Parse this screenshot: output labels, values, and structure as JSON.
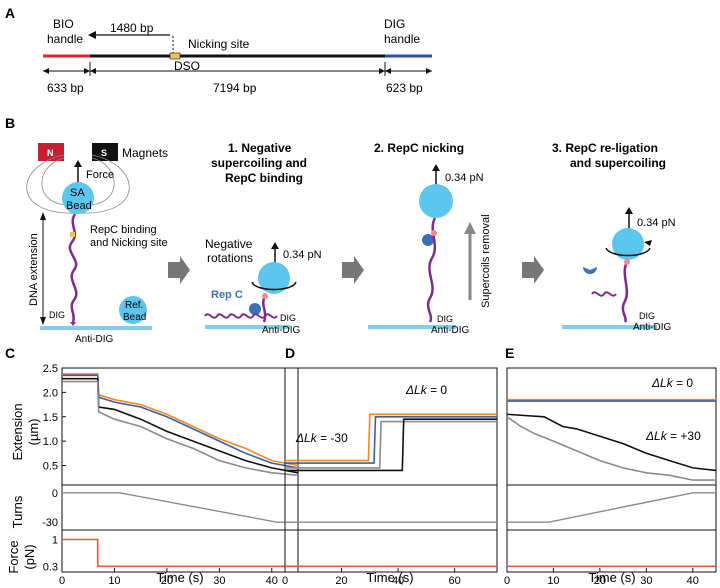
{
  "panel_a": {
    "label": "A",
    "bio_handle": [
      "BIO",
      "handle"
    ],
    "dig_handle": [
      "DIG",
      "handle"
    ],
    "bp_1480": "1480 bp",
    "nicking_site": "Nicking site",
    "dso": "DSO",
    "seg_left": "633 bp",
    "seg_mid": "7194 bp",
    "seg_right": "623 bp",
    "colors": {
      "bio": "#e8212e",
      "dig": "#2b4fa8",
      "dna": "#111111"
    }
  },
  "panel_b": {
    "label": "B",
    "magnet_n": "N",
    "magnet_s": "S",
    "magnets": "Magnets",
    "force": "Force",
    "sa_bead": [
      "SA",
      "Bead"
    ],
    "repc_binding": [
      "RepC binding",
      "and Nicking site"
    ],
    "dna_extension": "DNA extension",
    "ref_bead": [
      "Ref.",
      "Bead"
    ],
    "dig": "DIG",
    "anti_dig": "Anti-DIG",
    "step1_title": [
      "1. Negative",
      "supercoiling and",
      "RepC binding"
    ],
    "step2_title": "2. RepC nicking",
    "step3_title": [
      "3. RepC re-ligation",
      "and supercoiling"
    ],
    "negative_rotations": [
      "Negative",
      "rotations"
    ],
    "force_val": "0.34 pN",
    "rep_c": "Rep C",
    "supercoils_removal": "Supercoils removal",
    "colors": {
      "bead": "#5cc6ee",
      "dna": "#7e2b8e",
      "surface": "#7fd0ef",
      "repc": "#3b6fb6",
      "magnet_n": "#c4202f",
      "magnet_s": "#111111"
    }
  },
  "panel_c": {
    "label": "C",
    "ylabel_ext": [
      "Extension",
      "(µm)"
    ],
    "ylabel_turns": "Turns",
    "ylabel_force": [
      "Force",
      "(pN)"
    ],
    "xlabel": "Time (s)"
  },
  "panel_d": {
    "label": "D",
    "annot_top_prefix": "ΔLk",
    "annot_top_value": " = 0",
    "annot_left_prefix": "ΔLk",
    "annot_left_value": " = -30",
    "xlabel": "Time (s)"
  },
  "panel_e": {
    "label": "E",
    "annot_top_prefix": "ΔLk",
    "annot_top_value": " = 0",
    "annot_low_prefix": "ΔLk",
    "annot_low_value": " = +30",
    "xlabel": "Time (s)"
  },
  "chart_data": [
    {
      "type": "line",
      "panel": "C",
      "xlabel": "Time (s)",
      "ylabel": "Extension (µm)",
      "xlim": [
        0,
        45
      ],
      "ylim": [
        0.1,
        2.5
      ],
      "xticks": [
        0,
        10,
        20,
        30,
        40
      ],
      "yticks": [
        0.5,
        1.0,
        1.5,
        2.0,
        2.5
      ],
      "ytick_labels": [
        "0.5",
        "1.0",
        "1.5",
        "2.0",
        "2.5"
      ],
      "series": [
        {
          "color": "#f08a1e",
          "x": [
            0,
            6.8,
            7,
            10,
            15,
            20,
            25,
            30,
            35,
            40,
            45
          ],
          "y": [
            2.38,
            2.38,
            1.95,
            1.85,
            1.75,
            1.55,
            1.3,
            1.05,
            0.85,
            0.6,
            0.5
          ]
        },
        {
          "color": "#3c5da8",
          "x": [
            0,
            6.8,
            7,
            10,
            15,
            20,
            25,
            30,
            35,
            40,
            45
          ],
          "y": [
            2.35,
            2.35,
            1.9,
            1.8,
            1.7,
            1.5,
            1.25,
            1.0,
            0.75,
            0.55,
            0.45
          ]
        },
        {
          "color": "#111111",
          "x": [
            0,
            6.8,
            7,
            10,
            15,
            20,
            25,
            30,
            35,
            40,
            45
          ],
          "y": [
            2.28,
            2.28,
            1.7,
            1.65,
            1.45,
            1.2,
            1.0,
            0.8,
            0.6,
            0.45,
            0.35
          ]
        },
        {
          "color": "#8a8a8a",
          "x": [
            0,
            6.8,
            7,
            10,
            15,
            20,
            25,
            30,
            35,
            40,
            45
          ],
          "y": [
            2.22,
            2.22,
            1.6,
            1.45,
            1.3,
            1.05,
            0.85,
            0.6,
            0.45,
            0.35,
            0.3
          ]
        }
      ],
      "turns": {
        "yticks": [
          0,
          -30
        ],
        "x": [
          0,
          11,
          41,
          45
        ],
        "y": [
          0,
          0,
          -30,
          -30
        ],
        "color": "#8a8a8a"
      },
      "force": {
        "yticks": [
          1,
          0.3
        ],
        "ytick_labels": [
          "1",
          "0.3"
        ],
        "x": [
          0,
          6.8,
          6.8,
          45
        ],
        "y": [
          1.0,
          1.0,
          0.3,
          0.3
        ],
        "color": "#e8563a"
      }
    },
    {
      "type": "line",
      "panel": "D",
      "xlabel": "Time (s)",
      "xlim": [
        0,
        75
      ],
      "ylim": [
        0.1,
        2.5
      ],
      "xticks": [
        0,
        20,
        40,
        60
      ],
      "series": [
        {
          "color": "#f08a1e",
          "x": [
            0,
            29.5,
            30,
            75
          ],
          "y": [
            0.6,
            0.6,
            1.55,
            1.55
          ]
        },
        {
          "color": "#3c5da8",
          "x": [
            0,
            31.5,
            32,
            75
          ],
          "y": [
            0.55,
            0.55,
            1.5,
            1.5
          ]
        },
        {
          "color": "#8a8a8a",
          "x": [
            0,
            33.5,
            34,
            75
          ],
          "y": [
            0.45,
            0.45,
            1.4,
            1.4
          ]
        },
        {
          "color": "#111111",
          "x": [
            0,
            41.5,
            42,
            75
          ],
          "y": [
            0.4,
            0.4,
            1.45,
            1.45
          ]
        }
      ],
      "turns": {
        "x": [
          0,
          75
        ],
        "y": [
          -30,
          -30
        ],
        "color": "#8a8a8a"
      },
      "force": {
        "x": [
          0,
          75
        ],
        "y": [
          0.3,
          0.3
        ],
        "color": "#e8563a"
      }
    },
    {
      "type": "line",
      "panel": "E",
      "xlabel": "Time (s)",
      "xlim": [
        0,
        45
      ],
      "ylim": [
        0.1,
        2.5
      ],
      "xticks": [
        0,
        10,
        20,
        30,
        40
      ],
      "series": [
        {
          "color": "#f08a1e",
          "x": [
            0,
            45
          ],
          "y": [
            1.85,
            1.85
          ]
        },
        {
          "color": "#3c5da8",
          "x": [
            0,
            45
          ],
          "y": [
            1.82,
            1.82
          ]
        },
        {
          "color": "#111111",
          "x": [
            0,
            8,
            12,
            15,
            20,
            25,
            30,
            35,
            40,
            45
          ],
          "y": [
            1.55,
            1.5,
            1.3,
            1.25,
            1.1,
            0.95,
            0.75,
            0.6,
            0.45,
            0.4
          ]
        },
        {
          "color": "#8a8a8a",
          "x": [
            0,
            3,
            6,
            10,
            15,
            20,
            25,
            30,
            35,
            40,
            45
          ],
          "y": [
            1.5,
            1.3,
            1.15,
            1.0,
            0.8,
            0.6,
            0.45,
            0.35,
            0.3,
            0.2,
            0.2
          ]
        }
      ],
      "turns": {
        "x": [
          0,
          9,
          40,
          45
        ],
        "y": [
          -30,
          -30,
          0,
          0
        ],
        "color": "#8a8a8a"
      },
      "force": {
        "x": [
          0,
          45
        ],
        "y": [
          0.3,
          0.3
        ],
        "color": "#e8563a"
      }
    }
  ]
}
